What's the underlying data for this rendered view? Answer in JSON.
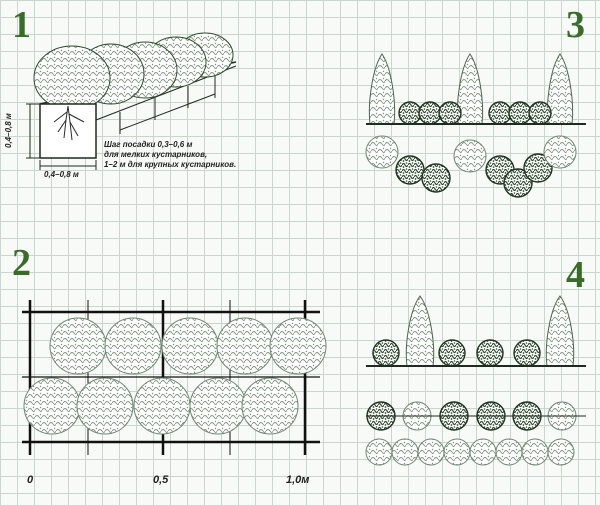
{
  "panels": {
    "p1": {
      "number": "1",
      "height_label": "0,4–0,8 м",
      "width_label": "0,4–0,8 м",
      "note_line1": "Шаг посадки 0,3–0,6 м",
      "note_line2": "для мелких кустарников,",
      "note_line3": "1–2 м для крупных кустарников."
    },
    "p2": {
      "number": "2",
      "scale_labels": [
        "0",
        "0,5",
        "1,0м"
      ]
    },
    "p3": {
      "number": "3"
    },
    "p4": {
      "number": "4"
    }
  },
  "colors": {
    "accent": "#3b6b2a",
    "grid": "#c9d6cc",
    "ink": "#1e2b1e",
    "foliage_dark": "#2f4a2f",
    "foliage_light": "#9fb29f"
  }
}
